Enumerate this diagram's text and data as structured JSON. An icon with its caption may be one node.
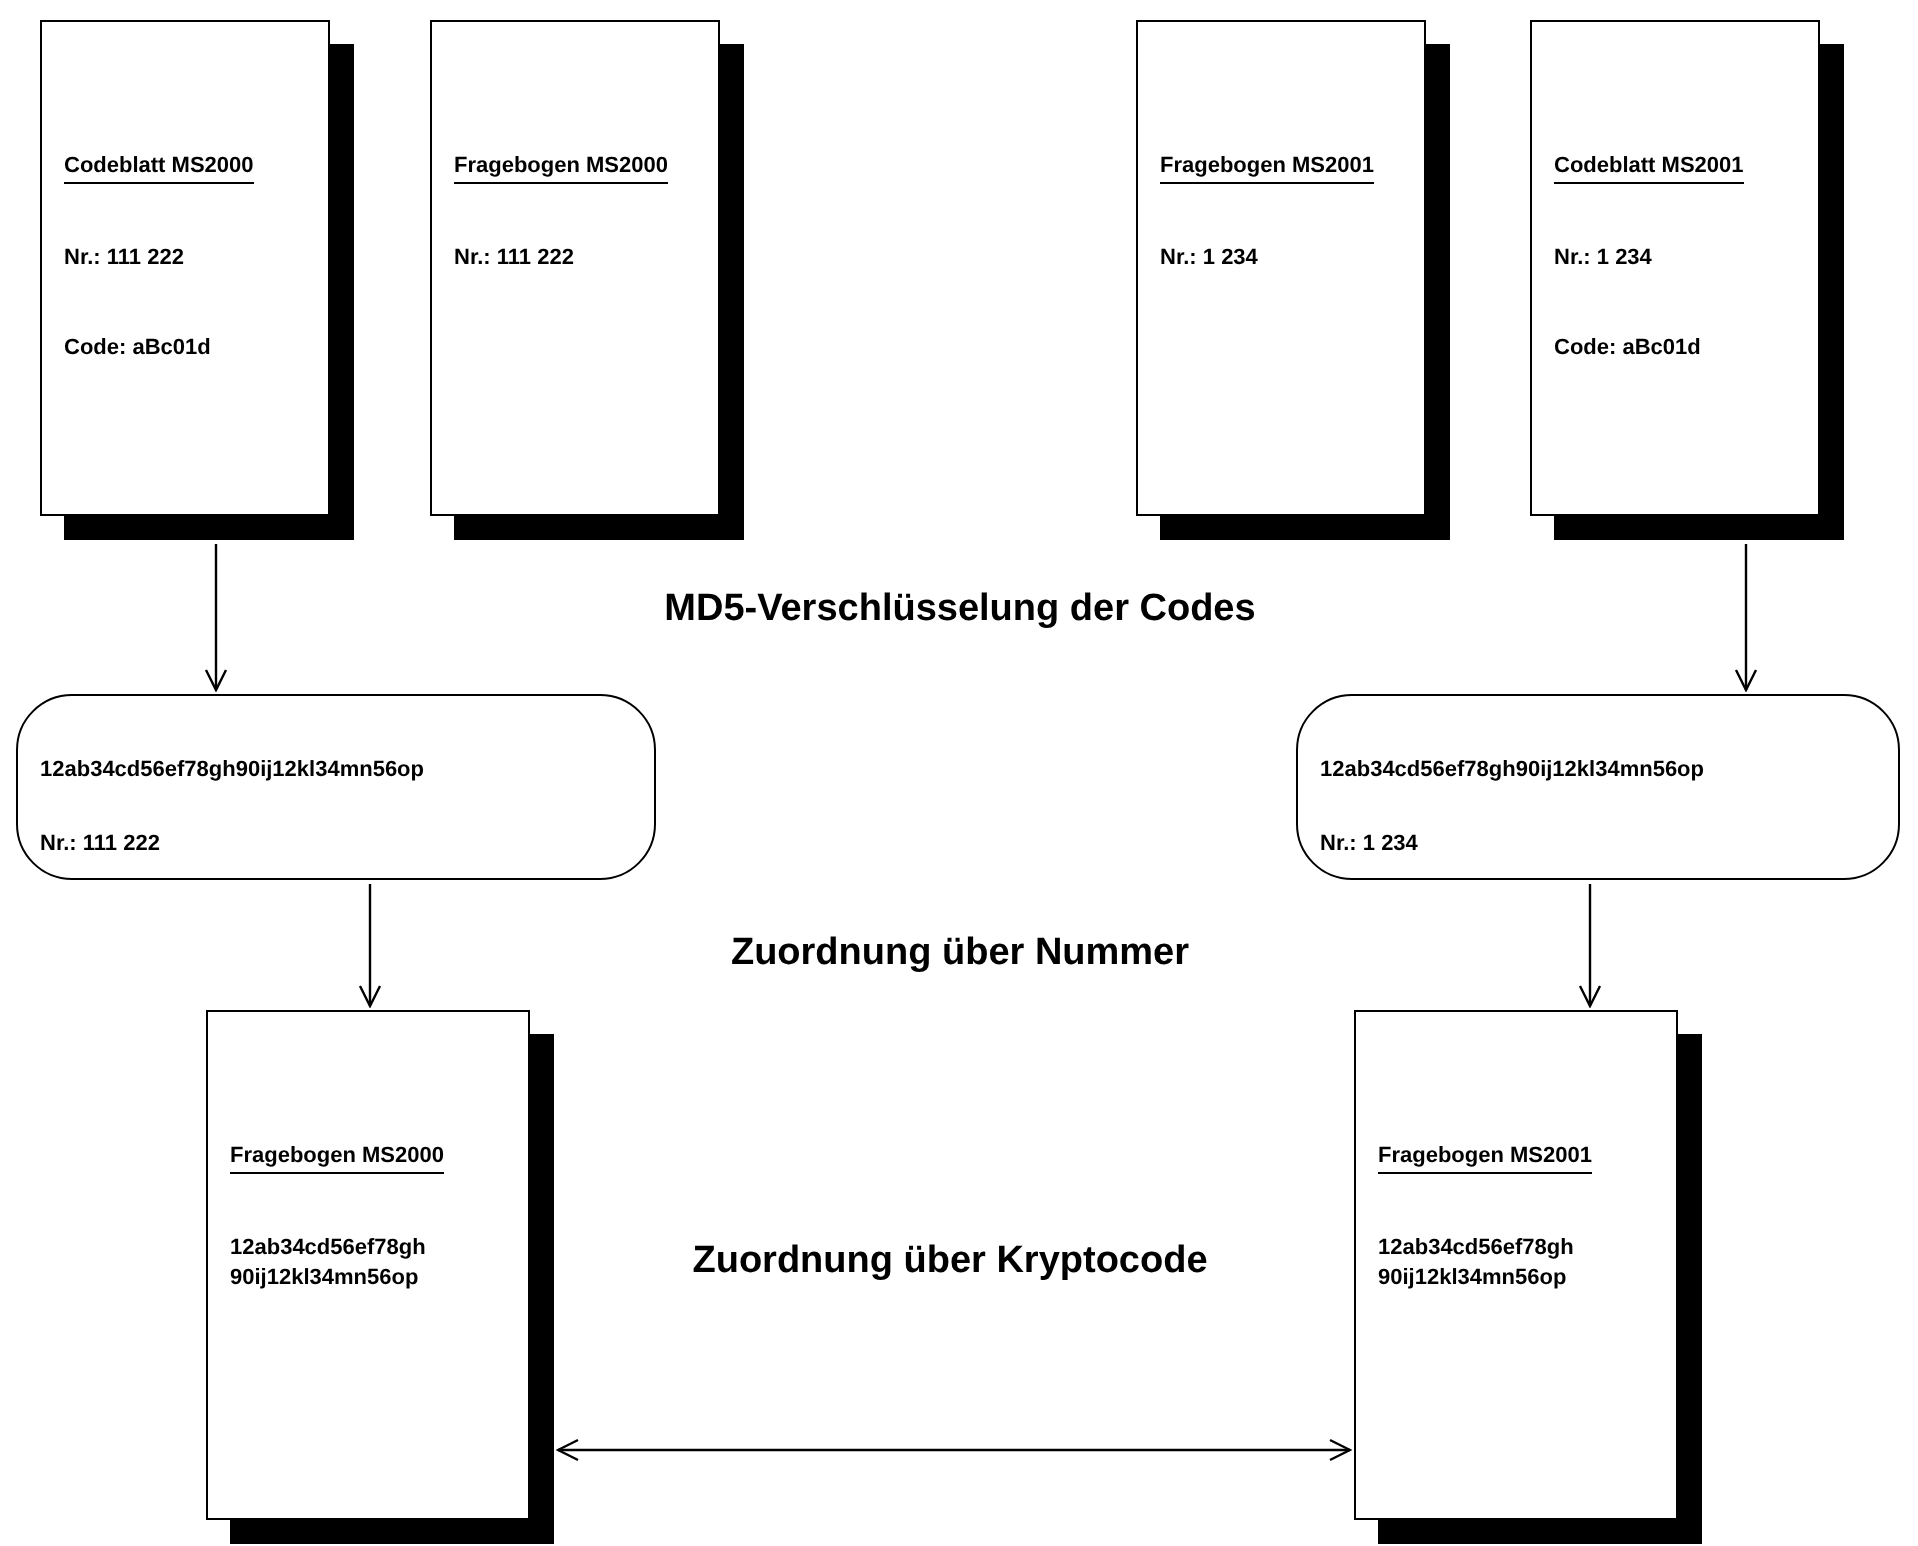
{
  "diagram": {
    "nodes": [
      {
        "text": [
          "Codeblatt MS2000",
          "Nr.: 111 222",
          "Code: aBc01d"
        ]
      },
      {
        "text": [
          "Fragebogen MS2000",
          "Nr.: 111 222"
        ]
      },
      {
        "text": [
          "Fragebogen MS2001",
          "Nr.: 1 234"
        ]
      },
      {
        "text": [
          "Codeblatt MS2001",
          "Nr.: 1 234",
          "Code: aBc01d"
        ]
      },
      {
        "text": [
          "12ab34cd56ef78gh90ij12kl34mn56op",
          "Nr.: 111 222"
        ]
      },
      {
        "text": [
          "12ab34cd56ef78gh90ij12kl34mn56op",
          "Nr.: 1 234"
        ]
      },
      {
        "text": [
          "Fragebogen MS2000",
          "12ab34cd56ef78gh 90ij12kl34mn56op"
        ]
      },
      {
        "text": [
          "Fragebogen MS2001",
          "12ab34cd56ef78gh 90ij12kl34mn56op"
        ]
      }
    ],
    "edges": [
      {
        "from": 0,
        "to": 4,
        "arrow": "to"
      },
      {
        "from": 3,
        "to": 5,
        "arrow": "to"
      },
      {
        "from": 4,
        "to": 6,
        "arrow": "to"
      },
      {
        "from": 5,
        "to": 7,
        "arrow": "to"
      },
      {
        "from": 6,
        "to": 7,
        "arrow": "both"
      }
    ],
    "labels": [
      "MD5-Verschlüsselung der Codes",
      "Zuordnung über Nummer",
      "Zuordnung über Kryptocode"
    ]
  }
}
